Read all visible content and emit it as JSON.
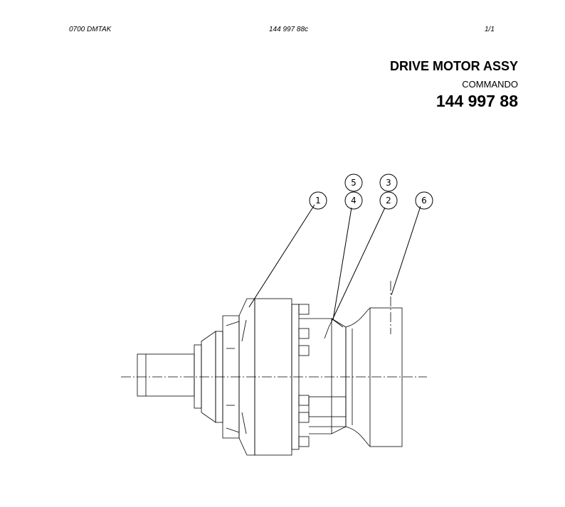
{
  "header": {
    "left": "0700   DMTAK",
    "center": "144 997 88c",
    "right": "1/1"
  },
  "title": "DRIVE MOTOR ASSY",
  "subtitle": "COMMANDO",
  "part_number": "144 997 88",
  "balloons": [
    "1",
    "2",
    "3",
    "4",
    "5",
    "6"
  ]
}
